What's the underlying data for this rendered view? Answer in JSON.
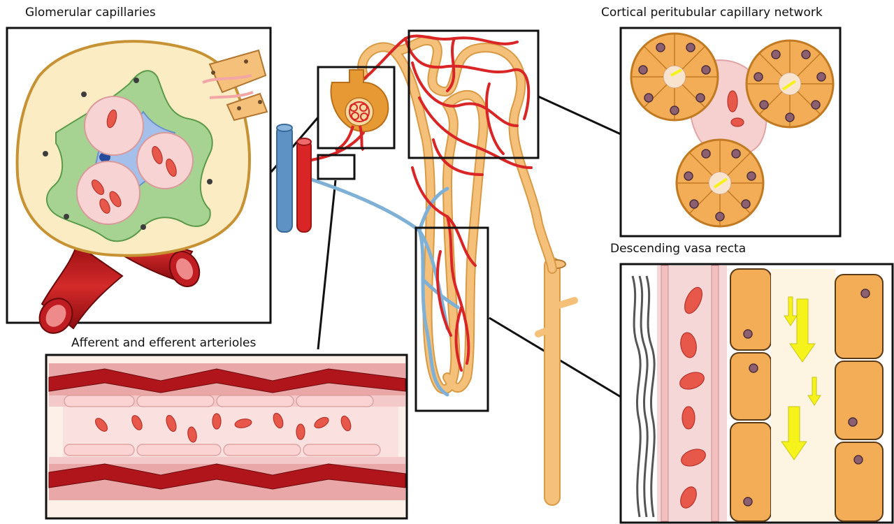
{
  "labels": {
    "glomerular": "Glomerular capillaries",
    "cortical": "Cortical peritubular capillary network",
    "descending": "Descending vasa recta",
    "afferent": "Afferent and efferent arterioles"
  },
  "colors": {
    "artery_red": "#d92525",
    "vein_blue": "#7fb0d6",
    "tubule_tan": "#f4c07a",
    "tubule_outline": "#d99a45",
    "cell_orange": "#f3ad57",
    "rbc": "#e8584a",
    "capillary_pink": "#f8d3d3",
    "green_cell": "#a6d391",
    "flow_arrow": "#f6f21b",
    "frame": "#111111"
  }
}
